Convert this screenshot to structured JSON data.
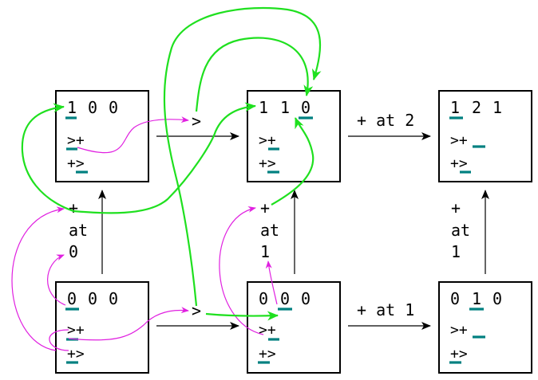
{
  "boxes": {
    "tl": {
      "digits": [
        "1",
        "0",
        "0"
      ],
      "ops": [
        ">+",
        "+>"
      ]
    },
    "tm": {
      "digits": [
        "1",
        "1",
        "0"
      ],
      "ops": [
        ">+",
        "+>"
      ]
    },
    "tr": {
      "digits": [
        "1",
        "2",
        "1"
      ],
      "ops": [
        ">+",
        "+>"
      ]
    },
    "bl": {
      "digits": [
        "0",
        "0",
        "0"
      ],
      "ops": [
        ">+",
        "+>"
      ]
    },
    "bm": {
      "digits": [
        "0",
        "0",
        "0"
      ],
      "ops": [
        ">+",
        "+>"
      ]
    },
    "br": {
      "digits": [
        "0",
        "1",
        "0"
      ],
      "ops": [
        ">+",
        "+>"
      ]
    }
  },
  "edge_labels": {
    "top_right": "+ at 2",
    "bottom_right": "+ at 1",
    "vertical_left": [
      "+",
      "at",
      "0"
    ],
    "vertical_mid": [
      "+",
      "at",
      "1"
    ],
    "vertical_right": [
      "+",
      "at",
      "1"
    ]
  },
  "step_labels": {
    "top": ">",
    "bottom": ">"
  },
  "colors": {
    "underline": "#008080",
    "green_path": "#1fe01f",
    "magenta_path": "#e020e0",
    "arrow": "#000000"
  }
}
